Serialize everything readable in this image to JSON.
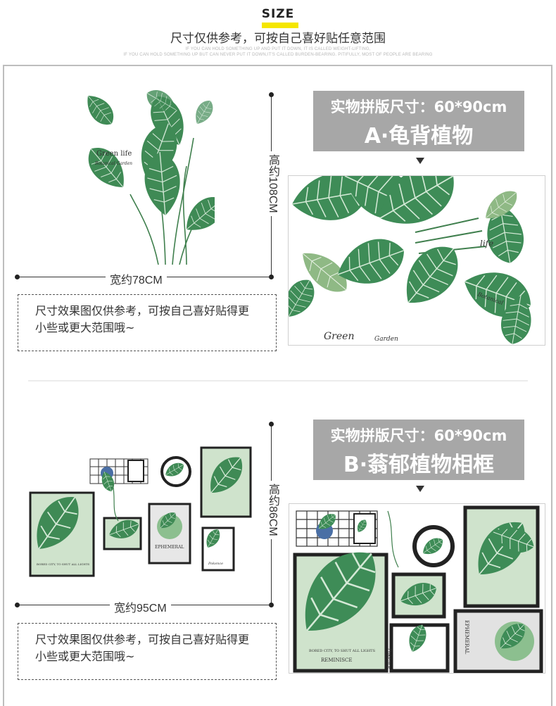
{
  "header": {
    "title": "SIZE",
    "subtitle": "尺寸仅供参考，可按自己喜好贴任意范围",
    "tiny_line1": "IF YOU CAN HOLD SOMETHING UP AND PUT IT DOWN, IT IS CALLED WEIGHT-LIFTING,",
    "tiny_line2": "IF YOU CAN HOLD SOMETHING UP BUT CAN NEVER PUT IT DOWN,IT'S CALLED BURDEN-BEARING. PITIFULLY, MOST OF PEOPLE ARE BEARING"
  },
  "sections": [
    {
      "height_label": "高约108CM",
      "width_label": "宽约78CM",
      "note": "尺寸效果图仅供参考，可按自己喜好贴得更小些或更大范围哦~",
      "box_line1": "实物拼版尺寸：60*90cm",
      "box_line2": "A·龟背植物",
      "art_text": {
        "brand": "Green life",
        "sub": "Botanical Garden",
        "word1": "Green",
        "word2": "Garden",
        "life": "life",
        "botanical": "Botanical"
      }
    },
    {
      "height_label": "高约86CM",
      "width_label": "宽约95CM",
      "note": "尺寸效果图仅供参考，可按自己喜好贴得更小些或更大范围哦~",
      "box_line1": "实物拼版尺寸：60*90cm",
      "box_line2": "B·蓊郁植物相框",
      "art_text": {
        "frame1": "BORED CITY, TO SHUT ALL LIGHTS",
        "frame1b": "REMINISCE",
        "frame2": "EPHEMERAL",
        "frame3": "Pokence"
      }
    }
  ],
  "colors": {
    "label_bg": "#a7a7a7",
    "highlight": "#f5e600",
    "leaf_dark": "#2f7a47",
    "leaf_mid": "#4e9a61",
    "leaf_light": "#8cbf8f",
    "frame_bg": "#cfe3cc"
  }
}
